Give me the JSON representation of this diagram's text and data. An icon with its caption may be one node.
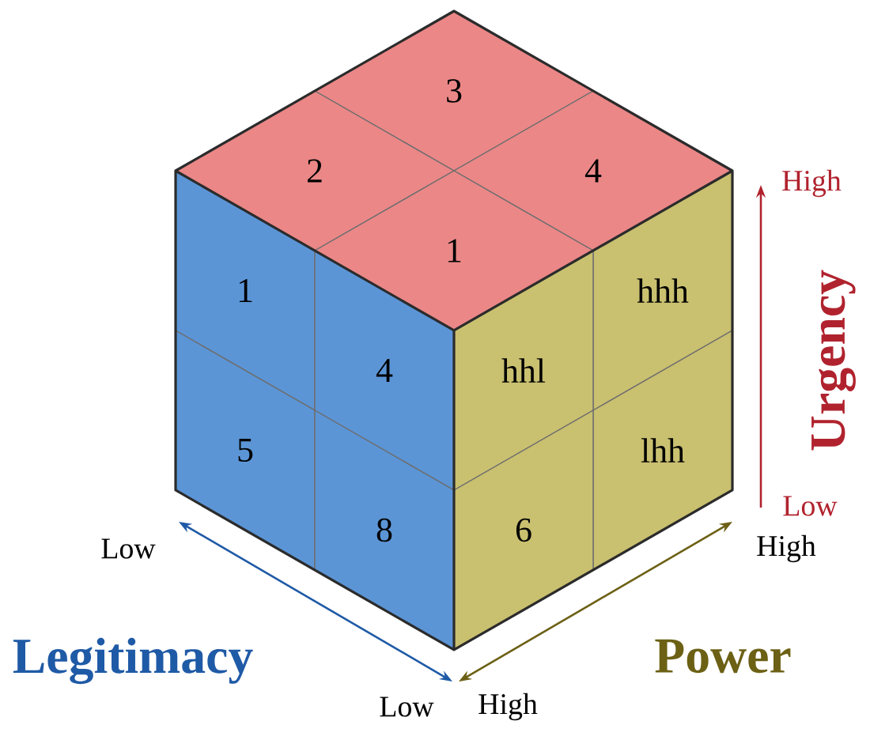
{
  "diagram": {
    "nodes": [
      {
        "text": [
          "3"
        ]
      },
      {
        "text": [
          "2"
        ]
      },
      {
        "text": [
          "4"
        ]
      },
      {
        "text": [
          "1"
        ]
      },
      {
        "text": [
          "1"
        ]
      },
      {
        "text": [
          "4"
        ]
      },
      {
        "text": [
          "5"
        ]
      },
      {
        "text": [
          "8"
        ]
      },
      {
        "text": [
          "hhh"
        ]
      },
      {
        "text": [
          "hhl"
        ]
      },
      {
        "text": [
          "lhh"
        ]
      },
      {
        "text": [
          "6"
        ]
      }
    ],
    "labels": [
      "High",
      "Urgency",
      "Low",
      "Low",
      "High",
      "Legitimacy",
      "Power",
      "Low",
      "High"
    ]
  }
}
